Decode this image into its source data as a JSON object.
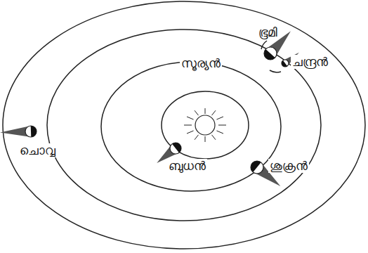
{
  "diagram": {
    "labels": [
      "ഭൂമി",
      "ചന്ദ്രൻ",
      "സൂര്യൻ",
      "ചൊവ്വ",
      "ബുധൻ",
      "ശുക്രൻ"
    ]
  }
}
